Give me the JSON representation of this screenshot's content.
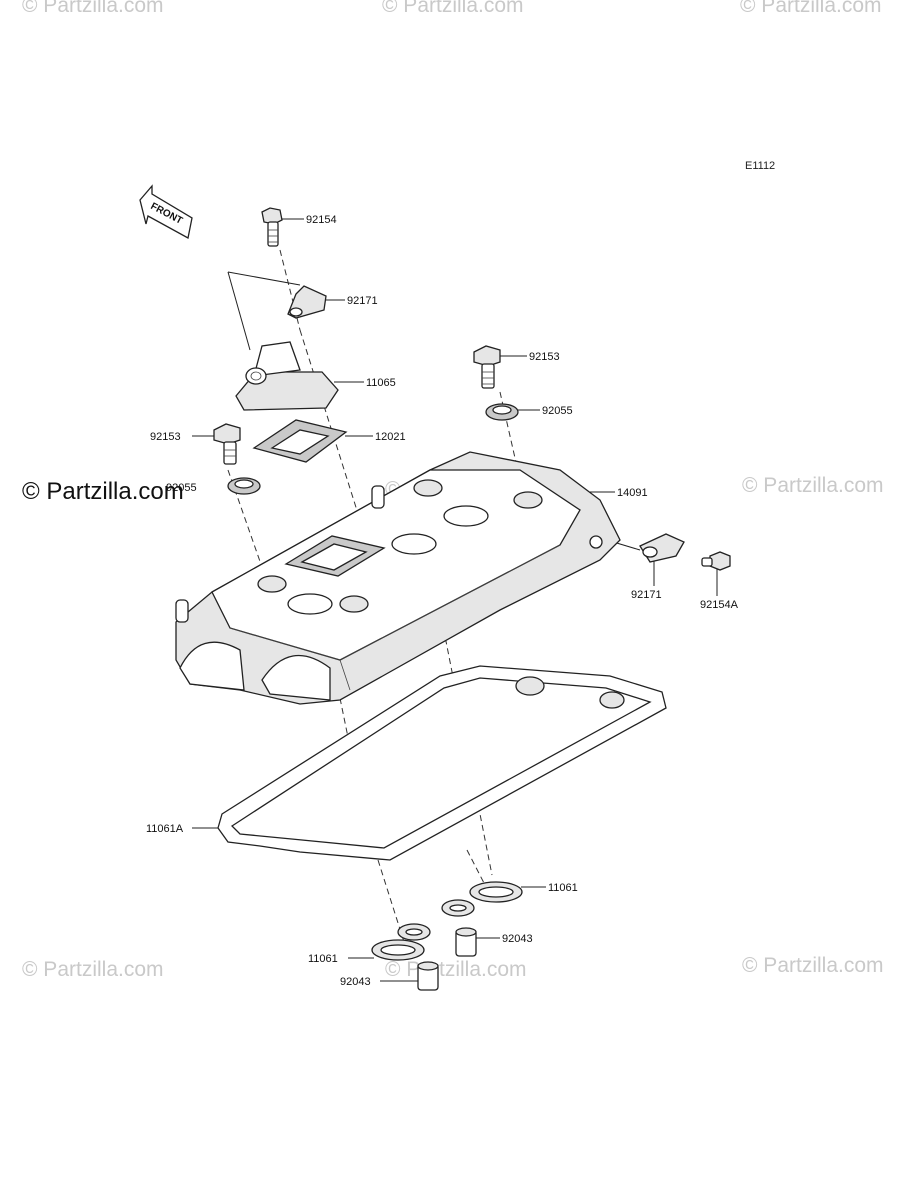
{
  "diagram_code": "E1112",
  "front_arrow_text": "FRONT",
  "watermarks": [
    "© Partzilla.com",
    "© Partzilla.com",
    "© Partzilla.com",
    "© Partzilla.com",
    "© Partzilla.com",
    "© Partzilla.com",
    "© Partzilla.com",
    "© Partzilla.com",
    "© Partzilla.com"
  ],
  "labels": {
    "bolt_top": "92154",
    "clamp_top": "92171",
    "breather_cover": "11065",
    "bolt_right": "92153",
    "washer_right": "92055",
    "bolt_left": "92153",
    "plate": "12021",
    "washer_left": "92055",
    "head_cover": "14091",
    "clamp_right": "92171",
    "bolt_right_small": "92154A",
    "gasket_main": "11061A",
    "gasket_plug_right": "11061",
    "dowel_right": "92043",
    "gasket_plug_left": "11061",
    "dowel_left": "92043"
  },
  "colors": {
    "line": "#222222",
    "fill_light": "#e6e6e6",
    "fill_dark": "#c9c9c9",
    "watermark": "#c9c9c9"
  }
}
